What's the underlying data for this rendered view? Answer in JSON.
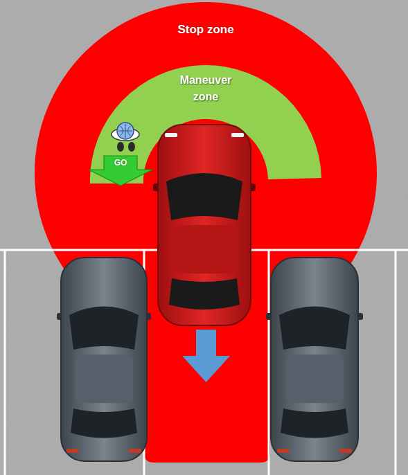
{
  "diagram": {
    "nodes": [
      {
        "text": [
          "Stop zone"
        ]
      },
      {
        "text": [
          "Maneuver zone"
        ],
        "in": 0
      },
      {
        "text": [
          "GO"
        ]
      }
    ]
  }
}
